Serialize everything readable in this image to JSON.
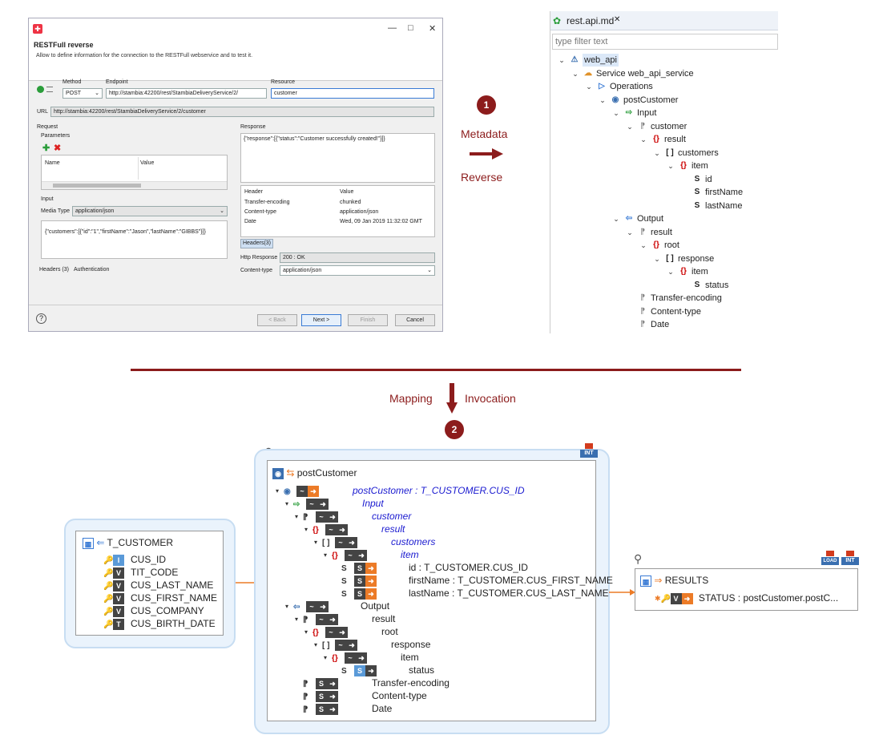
{
  "dialog": {
    "title": "RESTFull reverse",
    "description": "Allow to define information for the connection to the RESTFull webservice and to test it.",
    "window_controls": [
      "—",
      "□",
      "✕"
    ],
    "method_label": "Method",
    "method_value": "POST",
    "endpoint_label": "Endpoint",
    "endpoint_value": "http://stambia:42200/rest/StambiaDeliveryService/2/",
    "resource_label": "Resource",
    "resource_value": "customer",
    "url_label": "URL",
    "url_value": "http://stambia:42200/rest/StambiaDeliveryService/2/customer",
    "request_label": "Request",
    "parameters_label": "Parameters",
    "param_cols": [
      "Name",
      "Value"
    ],
    "input_label": "Input",
    "media_type_label": "Media Type",
    "media_type_value": "application/json",
    "input_body": "{\"customers\":[{\"id\":\"1\",\"firstName\":\"Jason\",\"lastName\":\"GIBBS\"}]}",
    "bottom_tabs": [
      "Headers (3)",
      "Authentication"
    ],
    "response_label": "Response",
    "response_body": "{\"response\":[{\"status\":\"Customer successfully created!\"}]}",
    "resp_header_cols": [
      "Header",
      "Value"
    ],
    "resp_headers": [
      [
        "Transfer-encoding",
        "chunked"
      ],
      [
        "Content-type",
        "application/json"
      ],
      [
        "Date",
        "Wed, 09 Jan 2019 11:32:02 GMT"
      ]
    ],
    "headers_tab": "Headers(3)",
    "http_response_label": "Http Response",
    "http_response_value": "200 : OK",
    "content_type_label": "Content-type",
    "content_type_value": "application/json",
    "buttons": {
      "back": "< Back",
      "next": "Next >",
      "finish": "Finish",
      "cancel": "Cancel"
    }
  },
  "tree": {
    "tab_title": "rest.api.md",
    "filter_placeholder": "type filter text",
    "nodes": [
      {
        "label": "web_api",
        "icon": "api-icon",
        "expanded": true
      },
      {
        "label": "Service web_api_service",
        "icon": "service-icon",
        "expanded": true
      },
      {
        "label": "Operations",
        "icon": "operations-icon",
        "expanded": true
      },
      {
        "label": "postCustomer",
        "icon": "operation-icon",
        "expanded": true
      },
      {
        "label": "Input",
        "icon": "input-icon",
        "expanded": true
      },
      {
        "label": "customer",
        "icon": "part-icon",
        "expanded": true
      },
      {
        "label": "result",
        "icon": "object-icon",
        "expanded": true
      },
      {
        "label": "customers",
        "icon": "array-icon",
        "expanded": true
      },
      {
        "label": "item",
        "icon": "object-icon",
        "expanded": true
      },
      {
        "label": "id",
        "icon": "string-key-icon"
      },
      {
        "label": "firstName",
        "icon": "string-key-icon"
      },
      {
        "label": "lastName",
        "icon": "string-key-icon"
      },
      {
        "label": "Output",
        "icon": "output-icon",
        "expanded": true
      },
      {
        "label": "result",
        "icon": "part-icon",
        "expanded": true
      },
      {
        "label": "root",
        "icon": "object-icon",
        "expanded": true
      },
      {
        "label": "response",
        "icon": "array-icon",
        "expanded": true
      },
      {
        "label": "item",
        "icon": "object-icon",
        "expanded": true
      },
      {
        "label": "status",
        "icon": "string-icon"
      },
      {
        "label": "Transfer-encoding",
        "icon": "part-icon"
      },
      {
        "label": "Content-type",
        "icon": "part-icon"
      },
      {
        "label": "Date",
        "icon": "part-icon"
      }
    ]
  },
  "steps": {
    "step1_number": "1",
    "step1_top": "Metadata",
    "step1_bottom": "Reverse",
    "step2_number": "2",
    "step2_left": "Mapping",
    "step2_right": "Invocation"
  },
  "mapping": {
    "source_title": "T_CUSTOMER",
    "source_columns": [
      {
        "name": "CUS_ID",
        "type": "I"
      },
      {
        "name": "TIT_CODE",
        "type": "V"
      },
      {
        "name": "CUS_LAST_NAME",
        "type": "V"
      },
      {
        "name": "CUS_FIRST_NAME",
        "type": "V"
      },
      {
        "name": "CUS_COMPANY",
        "type": "V"
      },
      {
        "name": "CUS_BIRTH_DATE",
        "type": "T"
      }
    ],
    "operation_title": "postCustomer",
    "operation_rows": [
      {
        "text": "postCustomer : T_CUSTOMER.CUS_ID",
        "blue": true
      },
      {
        "text": "Input",
        "blue": true
      },
      {
        "text": "customer",
        "blue": true
      },
      {
        "text": "result",
        "blue": true
      },
      {
        "text": "customers",
        "blue": true
      },
      {
        "text": "item",
        "blue": true
      },
      {
        "text": "id : T_CUSTOMER.CUS_ID",
        "blue": false
      },
      {
        "text": "firstName : T_CUSTOMER.CUS_FIRST_NAME",
        "blue": false
      },
      {
        "text": "lastName : T_CUSTOMER.CUS_LAST_NAME",
        "blue": false
      },
      {
        "text": "Output",
        "blue": false
      },
      {
        "text": "result",
        "blue": false
      },
      {
        "text": "root",
        "blue": false
      },
      {
        "text": "response",
        "blue": false
      },
      {
        "text": "item",
        "blue": false
      },
      {
        "text": "status",
        "blue": false
      },
      {
        "text": "Transfer-encoding",
        "blue": false
      },
      {
        "text": "Content-type",
        "blue": false
      },
      {
        "text": "Date",
        "blue": false
      }
    ],
    "results_title": "RESULTS",
    "results_row": "STATUS : postCustomer.postC...",
    "badge_int": "INT",
    "badge_load": "LOAD"
  },
  "colors": {
    "accent_red": "#8c1c1c",
    "orange": "#ec7b27",
    "panel_blue": "#eaf3fc",
    "mapping_blue": "#1b1bd0"
  }
}
